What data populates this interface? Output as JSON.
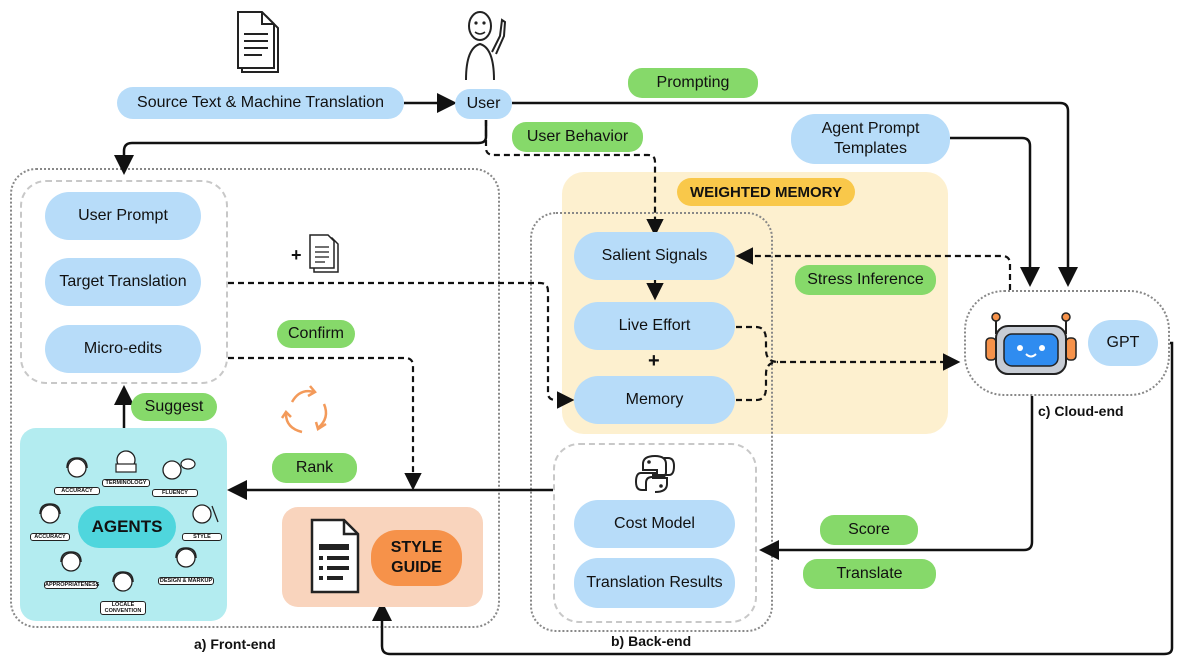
{
  "top": {
    "source_label": "Source Text & Machine Translation",
    "user_label": "User",
    "prompting_label": "Prompting",
    "user_behavior_label": "User Behavior",
    "agent_templates_label": "Agent Prompt Templates"
  },
  "frontend": {
    "caption": "a) Front-end",
    "user_prompt": "User Prompt",
    "target_translation": "Target Translation",
    "micro_edits": "Micro-edits",
    "suggest_label": "Suggest",
    "confirm_label": "Confirm",
    "rank_label": "Rank",
    "agents_label": "AGENTS",
    "agent_tags": [
      "ACCURACY",
      "TERMINOLOGY",
      "FLUENCY",
      "ACCURACY",
      "STYLE",
      "APPROPRIATENESS",
      "LOCALE CONVENTION",
      "DESIGN & MARKUP"
    ],
    "style_guide_label": "STYLE GUIDE",
    "plus_sign": "+"
  },
  "backend": {
    "caption": "b) Back-end",
    "weighted_memory_label": "WEIGHTED MEMORY",
    "salient_signals": "Salient Signals",
    "live_effort": "Live Effort",
    "memory": "Memory",
    "plus_sign": "+",
    "stress_inference_label": "Stress Inference",
    "cost_model": "Cost Model",
    "translation_results": "Translation Results"
  },
  "cloud": {
    "caption": "c) Cloud-end",
    "gpt_label": "GPT",
    "score_label": "Score",
    "translate_label": "Translate"
  },
  "colors": {
    "blue_pill": "#b7dcf9",
    "green_pill": "#86d96a",
    "memory_panel": "#fdf0cf",
    "memory_badge": "#f9c84a",
    "agents_panel": "#b3ecf0",
    "agents_core": "#4fd6dd",
    "style_panel": "#f9d4bd",
    "style_badge": "#f6924a",
    "recycle_icon": "#f39a5a"
  }
}
